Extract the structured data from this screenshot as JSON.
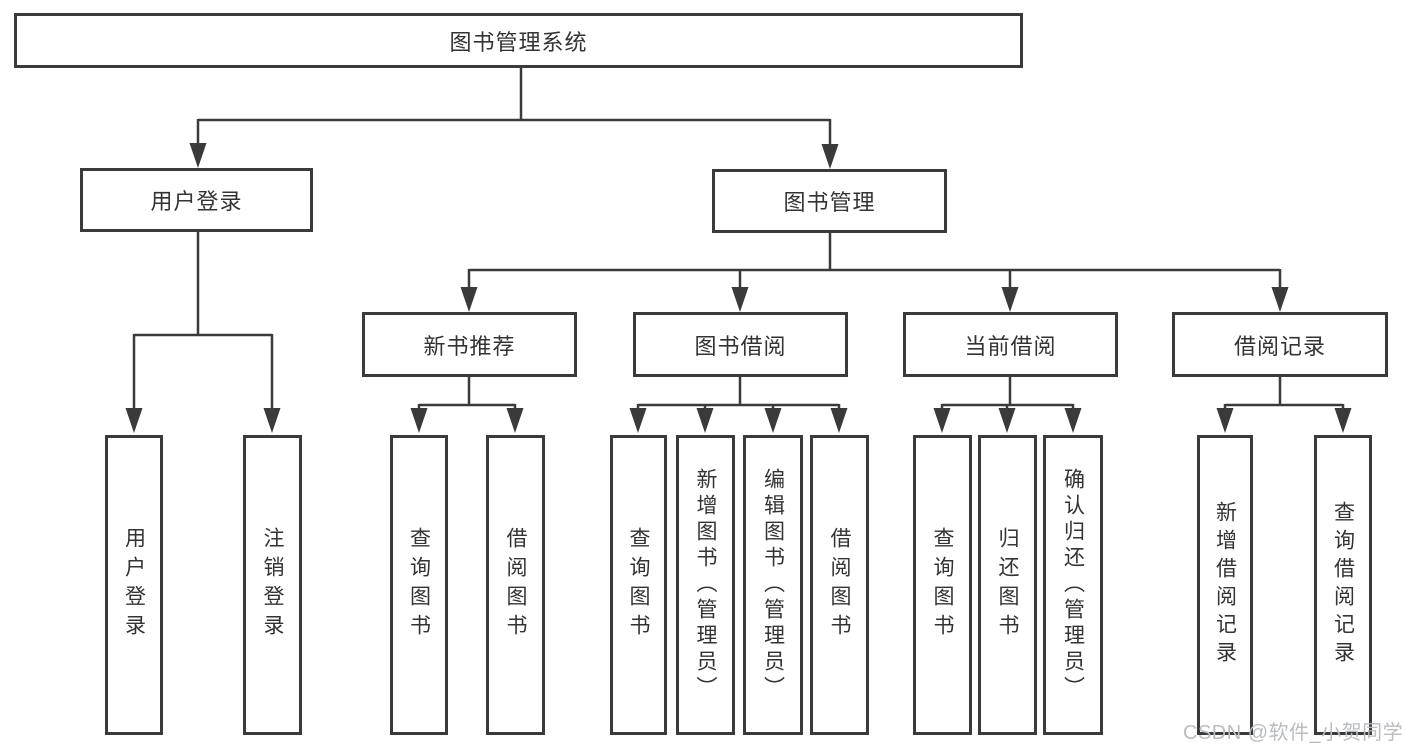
{
  "diagram": {
    "type": "hierarchy-tree",
    "background": "#ffffff",
    "line_color": "#3a3a3a",
    "box_border_color": "#3a3a3a",
    "text_color": "#333333",
    "watermark_color": "#b9bdc2"
  },
  "tree": {
    "root": {
      "label": "图书管理系统"
    },
    "branches": [
      {
        "label": "用户登录",
        "children": [
          {
            "label": "用户登录"
          },
          {
            "label": "注销登录"
          }
        ]
      },
      {
        "label": "图书管理",
        "children": [
          {
            "label": "新书推荐",
            "children": [
              {
                "label": "查询图书"
              },
              {
                "label": "借阅图书"
              }
            ]
          },
          {
            "label": "图书借阅",
            "children": [
              {
                "label": "查询图书"
              },
              {
                "label": "新增图书（管理员）"
              },
              {
                "label": "编辑图书（管理员）"
              },
              {
                "label": "借阅图书"
              }
            ]
          },
          {
            "label": "当前借阅",
            "children": [
              {
                "label": "查询图书"
              },
              {
                "label": "归还图书"
              },
              {
                "label": "确认归还（管理员）"
              }
            ]
          },
          {
            "label": "借阅记录",
            "children": [
              {
                "label": "新增借阅记录"
              },
              {
                "label": "查询借阅记录"
              }
            ]
          }
        ]
      }
    ]
  },
  "watermark": {
    "text": "CSDN @软件_小贺同学"
  }
}
